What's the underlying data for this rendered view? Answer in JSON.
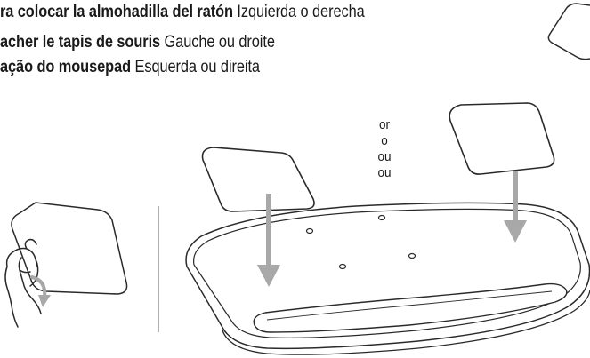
{
  "instructions": [
    {
      "bold": "ra colocar la almohadilla del ratón",
      "normal": " Izquierda o derecha"
    },
    {
      "bold": "acher le tapis de souris",
      "normal": " Gauche ou droite"
    },
    {
      "bold": "ação do mousepad",
      "normal": " Esquerda ou direita"
    }
  ],
  "or_words": [
    "or",
    "o",
    "ou",
    "ou"
  ],
  "colors": {
    "stroke": "#2a2a2a",
    "arrow": "#a8a8a8",
    "divider": "#b0b0b0"
  }
}
